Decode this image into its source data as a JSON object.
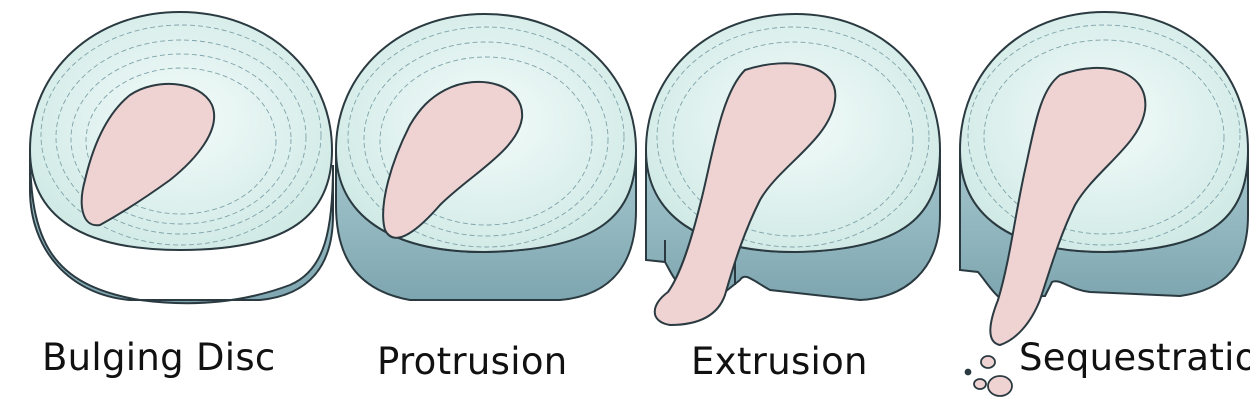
{
  "labels": {
    "bulging": "Bulging Disc",
    "protrusion": "Protrusion",
    "extrusion": "Extrusion",
    "sequestration": "Sequestration"
  },
  "colors": {
    "annulus_top": "#d9f0ec",
    "annulus_inner": "#eef8f6",
    "annulus_side": "#8fb6bf",
    "outline": "#2a3a40",
    "nucleus": "#efd3d3",
    "nucleus_shadow": "#d9b6b8",
    "fiber": "#7fa3aa"
  }
}
